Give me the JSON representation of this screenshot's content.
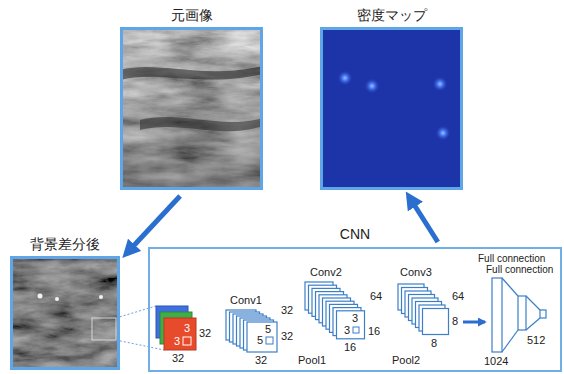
{
  "diagram": {
    "nodes": [
      {
        "text": [
          "元画像"
        ]
      },
      {
        "text": [
          "密度マップ"
        ]
      },
      {
        "text": [
          "背景差分後"
        ]
      },
      {
        "text": [
          "CNN"
        ]
      }
    ],
    "edges": [
      {
        "from": 0,
        "to": 2,
        "arrow": "to"
      },
      {
        "from": 3,
        "to": 1,
        "arrow": "to"
      }
    ],
    "labels": [
      "3",
      "3",
      "32",
      "32",
      "Conv1",
      "32",
      "5",
      "5",
      "32",
      "32",
      "Pool1",
      "Conv2",
      "64",
      "3",
      "3",
      "16",
      "16",
      "Pool2",
      "Conv3",
      "64",
      "8",
      "8",
      "Full connection",
      "Full connection",
      "1024",
      "512"
    ]
  }
}
